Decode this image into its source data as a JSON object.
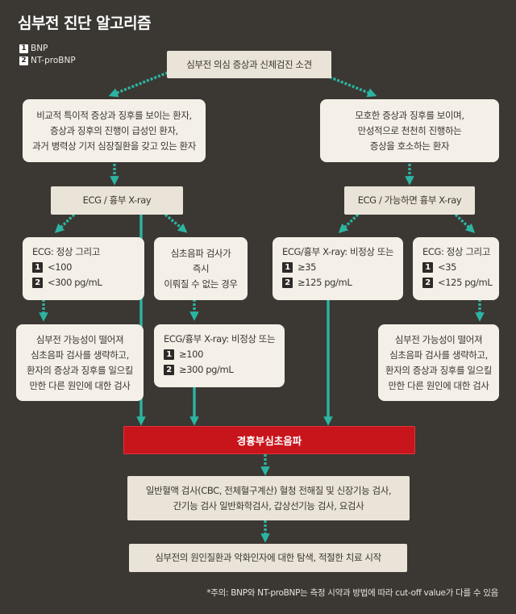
{
  "title": "심부전 진단  알고리즘",
  "legend": [
    {
      "badge": "1",
      "label": "BNP"
    },
    {
      "badge": "2",
      "label": "NT-proBNP"
    }
  ],
  "nodes": {
    "top": [
      "심부전 의심 증상과 신체검진 소견"
    ],
    "left_a": [
      "비교적 특이적 증상과 징후를 보이는 환자,",
      "증상과 징후의 진행이 급성인 환자,",
      "과거 병력상 기저 심장질환을 갖고 있는 환자"
    ],
    "right_a": [
      "모호한 증상과 징후를 보이며,",
      "만성적으로 천천히 진행하는",
      "증상을 호소하는 환자"
    ],
    "left_ecg": [
      "ECG  /  흉부 X-ray"
    ],
    "right_ecg": [
      "ECG  /  가능하면 흉부 X-ray"
    ],
    "box1": {
      "head": "ECG: 정상 그리고",
      "rows": [
        {
          "badge": "1",
          "text": "<100"
        },
        {
          "badge": "2",
          "text": "<300 pg/mL"
        }
      ]
    },
    "box2": [
      "심초음파 검사가",
      "즉시",
      "이뤄질 수 없는 경우"
    ],
    "box3": {
      "head": "ECG/흉부 X-ray: 비정상 또는",
      "rows": [
        {
          "badge": "1",
          "text": "≥35"
        },
        {
          "badge": "2",
          "text": "≥125 pg/mL"
        }
      ]
    },
    "box4": {
      "head": "ECG: 정상 그리고",
      "rows": [
        {
          "badge": "1",
          "text": "<35"
        },
        {
          "badge": "2",
          "text": "<125 pg/mL"
        }
      ]
    },
    "box5": [
      "심부전 가능성이 떨어져",
      "심초음파 검사를 생략하고,",
      "환자의 증상과 징후를 일으킬",
      "만한 다른 원인에 대한 검사"
    ],
    "box6": {
      "head": "ECG/흉부 X-ray: 비정상 또는",
      "rows": [
        {
          "badge": "1",
          "text": "≥100"
        },
        {
          "badge": "2",
          "text": "≥300 pg/mL"
        }
      ]
    },
    "box7": [
      "심부전 가능성이 떨어져",
      "심초음파 검사를 생략하고,",
      "환자의 증상과 징후를 일으킬",
      "만한 다른 원인에 대한 검사"
    ],
    "echo": [
      "경흉부심초음파"
    ],
    "labs": [
      "일반혈액 검사(CBC, 전체혈구계산) 혈청 전해질 및 신장기능 검사,",
      "간기능 검사 일반화학검사, 갑상선기능 검사, 요검사"
    ],
    "final": [
      "심부전의 원인질환과 악화인자에 대한 탐색,  적절한 치료 시작"
    ]
  },
  "footnote": "*주의: BNP와 NT-proBNP는 측정 시약과 방법에 따라 cut-off value가 다를 수 있음",
  "colors": {
    "arrow": "#2bb5a1",
    "box": "#f4f0e8",
    "red": "#c8141b",
    "background": "#3b3733"
  }
}
